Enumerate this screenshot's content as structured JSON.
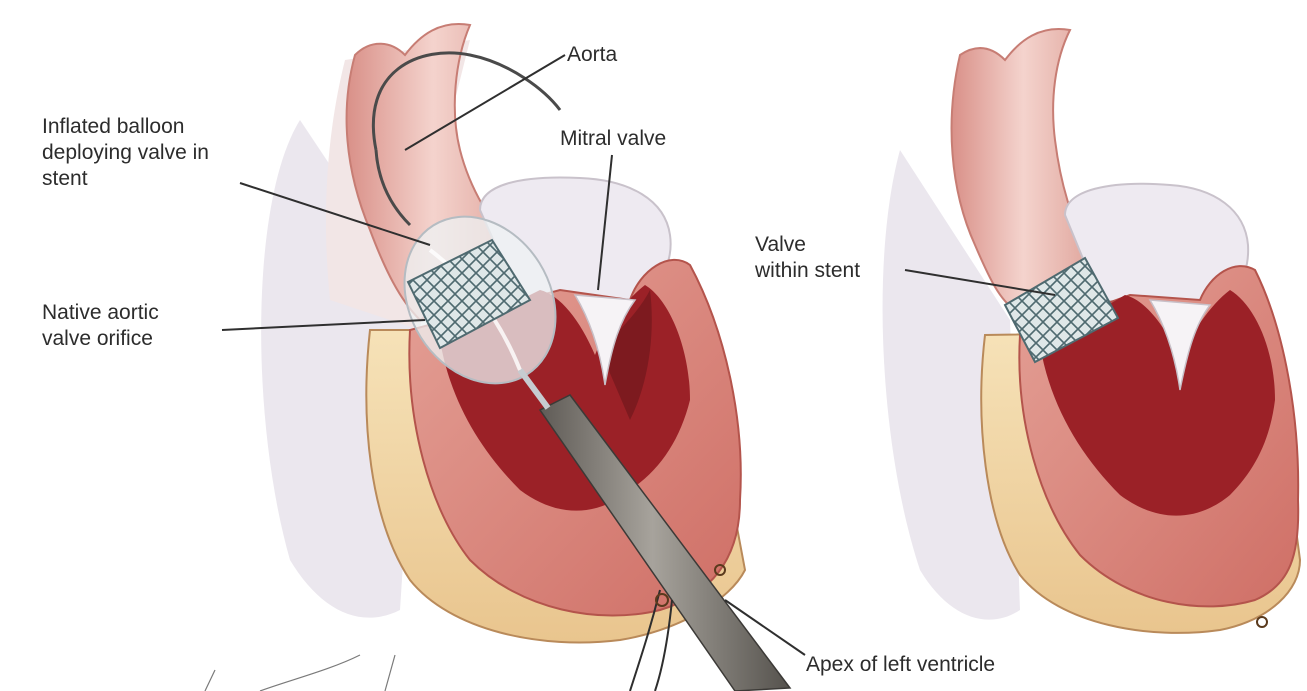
{
  "labels": {
    "aorta": "Aorta",
    "balloon": [
      "Inflated balloon",
      "deploying valve in",
      "stent"
    ],
    "mitral": "Mitral valve",
    "native": [
      "Native aortic",
      "valve orifice"
    ],
    "valve_stent": [
      "Valve",
      "within stent"
    ],
    "apex": "Apex of left ventricle"
  },
  "colors": {
    "myocardium": "#d9857c",
    "ventricle_cavity": "#9b2127",
    "aorta_wall": "#e8b2ab",
    "fat_tissue": "#f1d6a4",
    "background_tissue": "#ece9ee",
    "stent": "#cfd9dc",
    "catheter": "#7d7a74"
  }
}
